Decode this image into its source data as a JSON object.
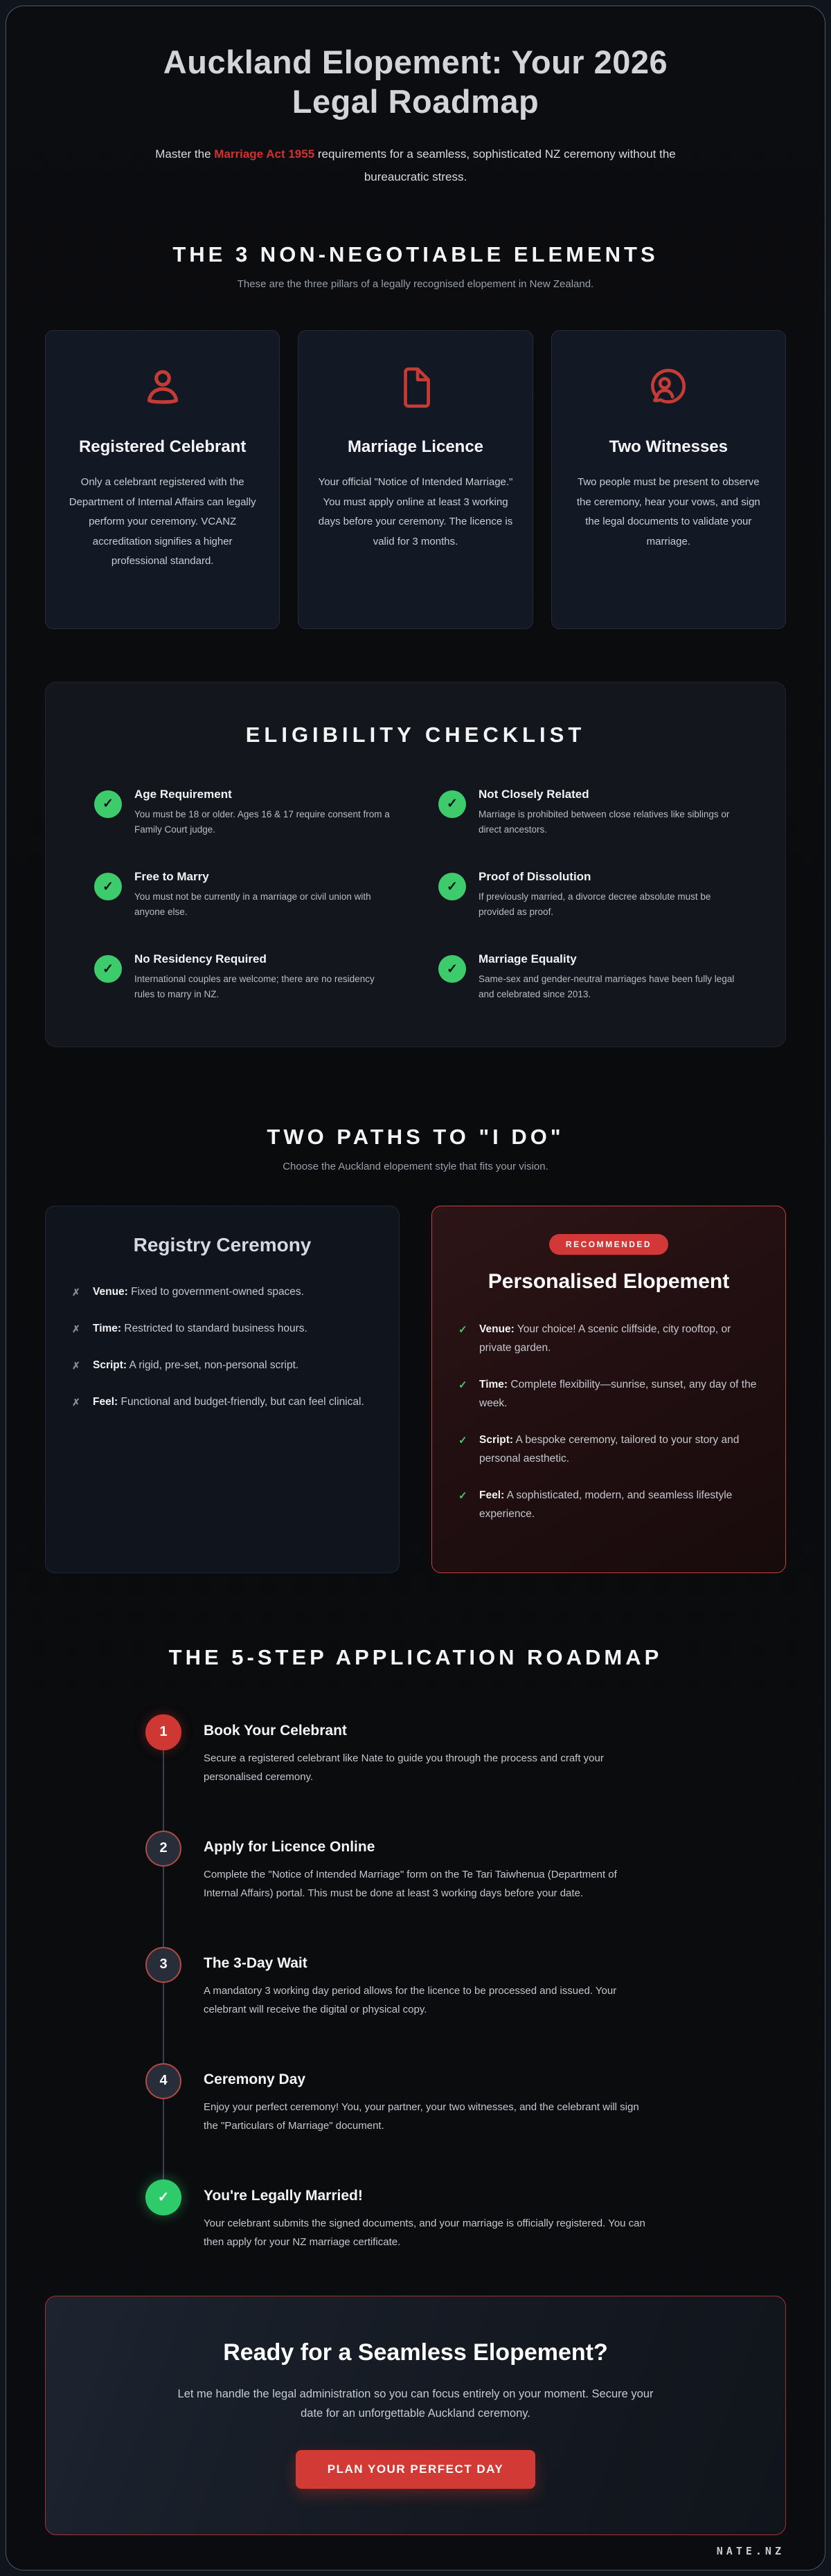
{
  "header": {
    "title_line1": "Auckland Elopement: Your 2026",
    "title_line2": "Legal Roadmap",
    "subtitle_prefix": "Master the ",
    "subtitle_highlight": "Marriage Act 1955",
    "subtitle_suffix": " requirements for a seamless, sophisticated NZ ceremony without the bureaucratic stress."
  },
  "elements_section": {
    "heading": "THE 3 NON-NEGOTIABLE ELEMENTS",
    "subheading": "These are the three pillars of a legally recognised elopement in New Zealand.",
    "cards": [
      {
        "icon": "person-icon",
        "title": "Registered Celebrant",
        "text": "Only a celebrant registered with the Department of Internal Affairs can legally perform your ceremony. VCANZ accreditation signifies a higher professional standard."
      },
      {
        "icon": "document-icon",
        "title": "Marriage Licence",
        "text": "Your official \"Notice of Intended Marriage.\" You must apply online at least 3 working days before your ceremony. The licence is valid for 3 months."
      },
      {
        "icon": "witnesses-chat-icon",
        "title": "Two Witnesses",
        "text": "Two people must be present to observe the ceremony, hear your vows, and sign the legal documents to validate your marriage."
      }
    ]
  },
  "checklist_section": {
    "heading": "ELIGIBILITY CHECKLIST",
    "marker": "✓",
    "marker_icon": "check-circle-icon",
    "items": [
      {
        "title": "Age Requirement",
        "text": "You must be 18 or older. Ages 16 & 17 require consent from a Family Court judge."
      },
      {
        "title": "Not Closely Related",
        "text": "Marriage is prohibited between close relatives like siblings or direct ancestors."
      },
      {
        "title": "Free to Marry",
        "text": "You must not be currently in a marriage or civil union with anyone else."
      },
      {
        "title": "Proof of Dissolution",
        "text": "If previously married, a divorce decree absolute must be provided as proof."
      },
      {
        "title": "No Residency Required",
        "text": "International couples are welcome; there are no residency rules to marry in NZ."
      },
      {
        "title": "Marriage Equality",
        "text": "Same-sex and gender-neutral marriages have been fully legal and celebrated since 2013."
      }
    ]
  },
  "paths_section": {
    "heading": "TWO PATHS TO \"I DO\"",
    "subheading": "Choose the Auckland elopement style that fits your vision.",
    "registry": {
      "title": "Registry Ceremony",
      "marker": "✗",
      "marker_icon": "x-icon",
      "items": [
        {
          "label": "Venue:",
          "text": " Fixed to government-owned spaces."
        },
        {
          "label": "Time:",
          "text": " Restricted to standard business hours."
        },
        {
          "label": "Script:",
          "text": " A rigid, pre-set, non-personal script."
        },
        {
          "label": "Feel:",
          "text": " Functional and budget-friendly, but can feel clinical."
        }
      ]
    },
    "personalised": {
      "badge": "RECOMMENDED",
      "title": "Personalised Elopement",
      "marker": "✓",
      "marker_icon": "check-icon",
      "items": [
        {
          "label": "Venue:",
          "text": " Your choice! A scenic cliffside, city rooftop, or private garden."
        },
        {
          "label": "Time:",
          "text": " Complete flexibility—sunrise, sunset, any day of the week."
        },
        {
          "label": "Script:",
          "text": " A bespoke ceremony, tailored to your story and personal aesthetic."
        },
        {
          "label": "Feel:",
          "text": " A sophisticated, modern, and seamless lifestyle experience."
        }
      ]
    }
  },
  "roadmap_section": {
    "heading": "THE 5-STEP APPLICATION ROADMAP",
    "steps": [
      {
        "number": "1",
        "title": "Book Your Celebrant",
        "text": "Secure a registered celebrant like Nate to guide you through the process and craft your personalised ceremony."
      },
      {
        "number": "2",
        "title": "Apply for Licence Online",
        "text": "Complete the \"Notice of Intended Marriage\" form on the Te Tari Taiwhenua (Department of Internal Affairs) portal. This must be done at least 3 working days before your date."
      },
      {
        "number": "3",
        "title": "The 3-Day Wait",
        "text": "A mandatory 3 working day period allows for the licence to be processed and issued. Your celebrant will receive the digital or physical copy."
      },
      {
        "number": "4",
        "title": "Ceremony Day",
        "text": "Enjoy your perfect ceremony! You, your partner, your two witnesses, and the celebrant will sign the \"Particulars of Marriage\" document."
      },
      {
        "number": "✓",
        "title": "You're Legally Married!",
        "text": "Your celebrant submits the signed documents, and your marriage is officially registered. You can then apply for your NZ marriage certificate."
      }
    ]
  },
  "cta_section": {
    "heading": "Ready for a Seamless Elopement?",
    "text": "Let me handle the legal administration so you can focus entirely on your moment. Secure your date for an unforgettable Auckland ceremony.",
    "button_label": "PLAN YOUR PERFECT DAY"
  },
  "footer": {
    "brand": "NATE.NZ"
  },
  "colors": {
    "page_bg": "#0b0c0e",
    "outer_bg": "#10151d",
    "card_bg": "#131924",
    "accent_red": "#d23a34",
    "icon_red": "#c53b35",
    "success_green": "#3ecb6c",
    "title_gray": "#d2d4d8",
    "body_gray": "#c7ccd3"
  }
}
